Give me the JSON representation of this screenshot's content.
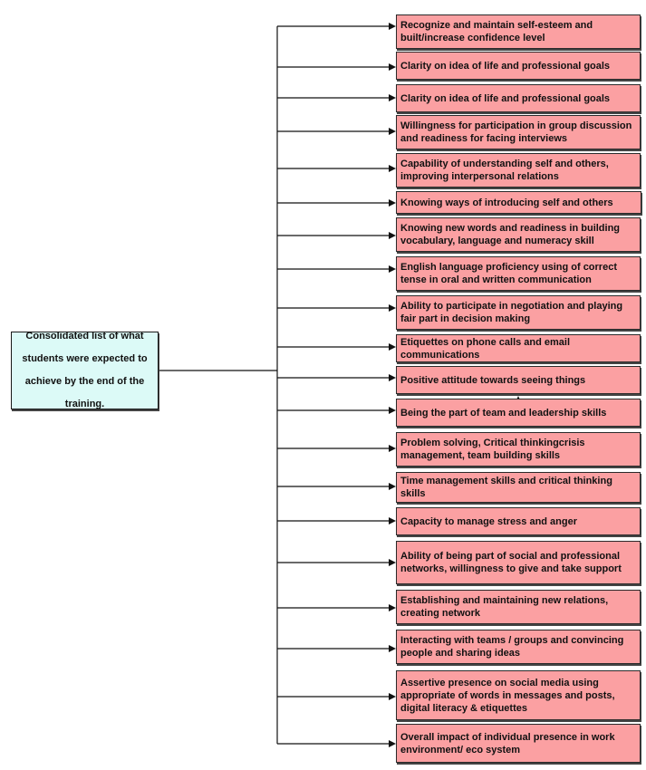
{
  "root": {
    "label": "Consolidated list of what students were expected to achieve by the end of the training."
  },
  "items": [
    {
      "label": "Recognize and maintain self-esteem and built/increase confidence level"
    },
    {
      "label": "Clarity on idea of life and professional goals"
    },
    {
      "label": "Clarity on idea of life and professional goals"
    },
    {
      "label": "Willingness for participation in group discussion and readiness for facing interviews"
    },
    {
      "label": "Capability of understanding self and others, improving interpersonal relations"
    },
    {
      "label": "Knowing ways of introducing self and others"
    },
    {
      "label": "Knowing new words and readiness in building vocabulary, language and numeracy skill"
    },
    {
      "label": "English language proficiency using of correct tense in oral and written communication"
    },
    {
      "label": "Ability to participate in negotiation and playing fair part in decision making"
    },
    {
      "label": "Etiquettes on phone calls and email communications"
    },
    {
      "label": "Positive attitude towards seeing things"
    },
    {
      "label": "Being the part of team and leadership skills"
    },
    {
      "label": "Problem solving, Critical thinkingcrisis management, team building skills"
    },
    {
      "label": "Time management skills and critical thinking skills"
    },
    {
      "label": "Capacity to manage stress and anger"
    },
    {
      "label": "Ability of being part of social and professional networks, willingness to give and take support"
    },
    {
      "label": "Establishing and maintaining new relations, creating network"
    },
    {
      "label": "Interacting with teams / groups and convincing people and sharing ideas"
    },
    {
      "label": "Assertive presence on social media using appropriate of words in messages and posts, digital literacy & etiquettes"
    },
    {
      "label": "Overall impact of individual presence in work environment/ eco system"
    }
  ],
  "colors": {
    "root_fill": "#dcfaf7",
    "item_fill": "#fba0a2",
    "line": "#111111"
  }
}
